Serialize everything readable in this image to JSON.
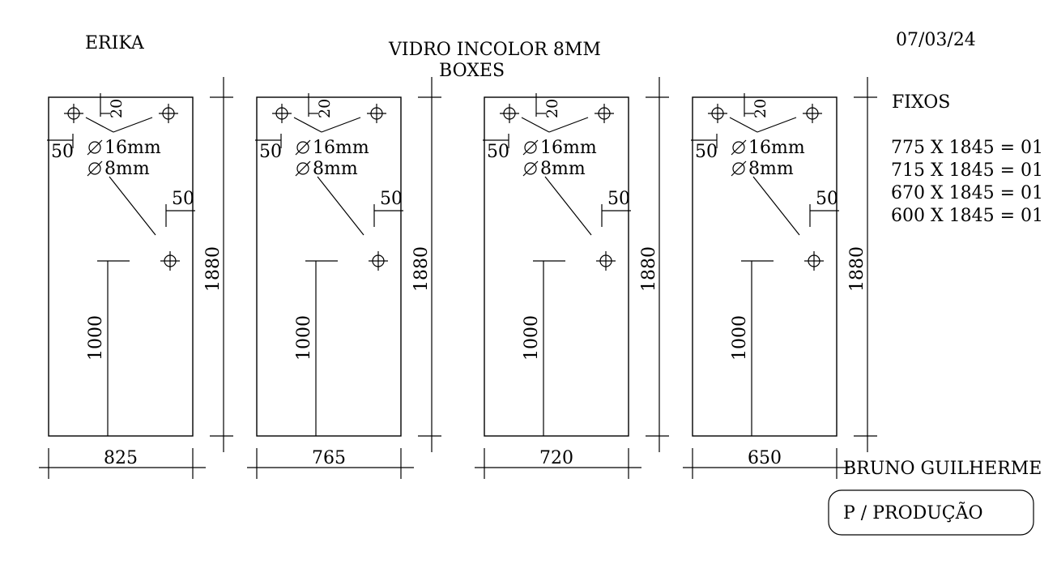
{
  "header": {
    "client": "ERIKA",
    "title_line1": "VIDRO INCOLOR 8MM",
    "title_line2": "BOXES",
    "date": "07/03/24"
  },
  "panels": [
    {
      "width_label": "825",
      "height_label": "1880",
      "handle_height_label": "1000",
      "top_offset_label": "20",
      "left_offset_label": "50",
      "right_offset_label": "50",
      "hole_large_label": "16mm",
      "hole_small_label": "8mm"
    },
    {
      "width_label": "765",
      "height_label": "1880",
      "handle_height_label": "1000",
      "top_offset_label": "20",
      "left_offset_label": "50",
      "right_offset_label": "50",
      "hole_large_label": "16mm",
      "hole_small_label": "8mm"
    },
    {
      "width_label": "720",
      "height_label": "1880",
      "handle_height_label": "1000",
      "top_offset_label": "20",
      "left_offset_label": "50",
      "right_offset_label": "50",
      "hole_large_label": "16mm",
      "hole_small_label": "8mm"
    },
    {
      "width_label": "650",
      "height_label": "1880",
      "handle_height_label": "1000",
      "top_offset_label": "20",
      "left_offset_label": "50",
      "right_offset_label": "50",
      "hole_large_label": "16mm",
      "hole_small_label": "8mm"
    }
  ],
  "fixos": {
    "heading": "FIXOS",
    "items": [
      "775 X 1845 = 01",
      "715 X 1845 = 01",
      "670 X 1845 = 01",
      "600 X 1845 = 01"
    ]
  },
  "footer": {
    "author": "BRUNO GUILHERME",
    "stamp": "P / PRODUÇÃO"
  }
}
